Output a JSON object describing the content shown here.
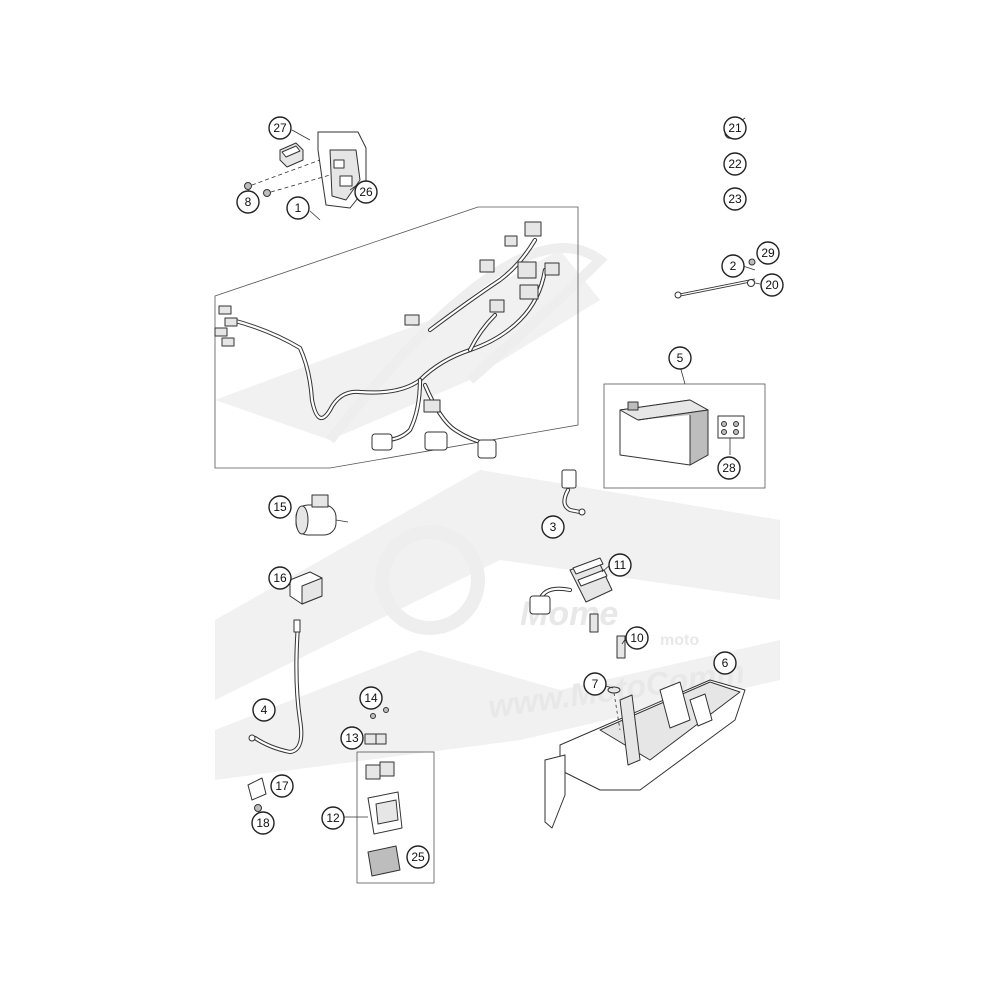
{
  "watermark": {
    "brand": "Mome",
    "subtitle": "moto",
    "url": "www.MotoComm"
  },
  "callouts": [
    "1",
    "2",
    "3",
    "4",
    "5",
    "6",
    "7",
    "8",
    "10",
    "11",
    "12",
    "13",
    "14",
    "15",
    "16",
    "17",
    "18",
    "20",
    "21",
    "22",
    "23",
    "25",
    "26",
    "27",
    "28",
    "29"
  ],
  "colors": {
    "line": "#333333",
    "watermark": "#eeeeee",
    "callout_fill": "#ffffff"
  }
}
